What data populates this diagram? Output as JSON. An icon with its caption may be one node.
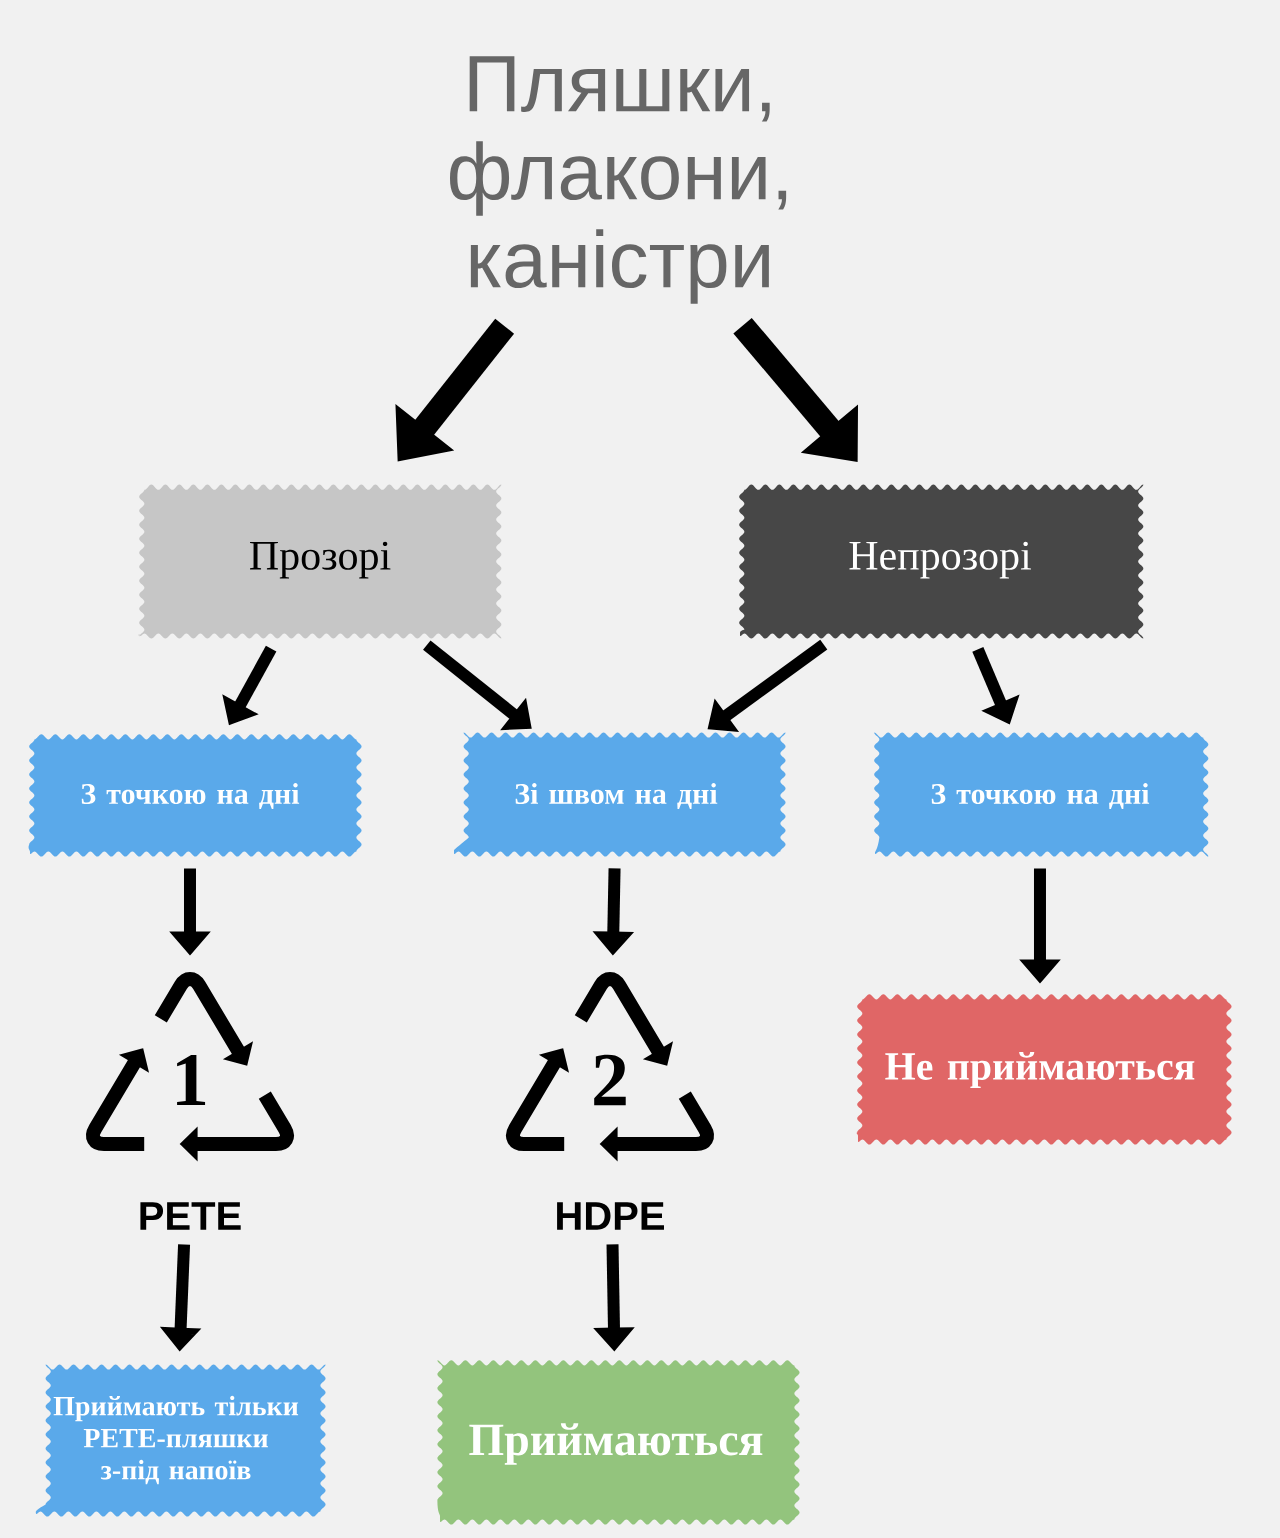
{
  "diagram": {
    "nodes": [
      {
        "text": [
          "Пляшки, флакони, каністри"
        ]
      },
      {
        "text": [
          "Прозорі"
        ]
      },
      {
        "text": [
          "Непрозорі"
        ]
      },
      {
        "text": [
          "З точкою на дні"
        ]
      },
      {
        "text": [
          "Зі швом на дні"
        ]
      },
      {
        "text": [
          "З точкою на дні"
        ]
      },
      {
        "text": [
          "1",
          "PETE"
        ]
      },
      {
        "text": [
          "2",
          "HDPE"
        ]
      },
      {
        "text": [
          "Не приймаються"
        ]
      },
      {
        "text": [
          "Приймають тільки PETE-пляшки з-під напоїв"
        ]
      },
      {
        "text": [
          "Приймаються"
        ]
      }
    ],
    "edges": [
      {
        "from": 0,
        "to": 1,
        "arrow": "to",
        "style": "thick"
      },
      {
        "from": 0,
        "to": 2,
        "arrow": "to",
        "style": "thick"
      },
      {
        "from": 1,
        "to": 3,
        "arrow": "to"
      },
      {
        "from": 1,
        "to": 4,
        "arrow": "to"
      },
      {
        "from": 2,
        "to": 4,
        "arrow": "to"
      },
      {
        "from": 2,
        "to": 5,
        "arrow": "to"
      },
      {
        "from": 3,
        "to": 6,
        "arrow": "to"
      },
      {
        "from": 4,
        "to": 7,
        "arrow": "to"
      },
      {
        "from": 5,
        "to": 8,
        "arrow": "to"
      },
      {
        "from": 6,
        "to": 9,
        "arrow": "to"
      },
      {
        "from": 7,
        "to": 10,
        "arrow": "to"
      }
    ]
  }
}
